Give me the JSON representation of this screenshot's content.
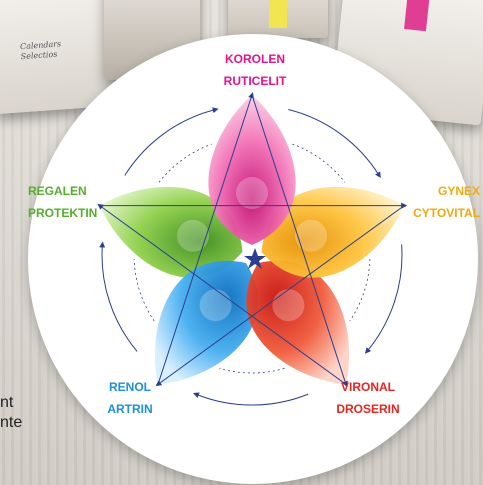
{
  "background": {
    "box_left_script": [
      "Calendars",
      "Selectios"
    ],
    "side_text": [
      "nt",
      "nte"
    ]
  },
  "diagram": {
    "center_icon": "star-icon",
    "petals": [
      {
        "line1": "KOROLEN",
        "line2": "RUTICELIT",
        "color": "#e5128c"
      },
      {
        "line1": "GYNEX",
        "line2": "CYTOVITAL",
        "color": "#f0a90f"
      },
      {
        "line1": "VIRONAL",
        "line2": "DROSERIN",
        "color": "#e3261f"
      },
      {
        "line1": "RENOL",
        "line2": "ARTRIN",
        "color": "#1d8fdb"
      },
      {
        "line1": "REGALEN",
        "line2": "PROTEKTIN",
        "color": "#56ad2e"
      }
    ],
    "line_color": "#2b3f8f"
  }
}
